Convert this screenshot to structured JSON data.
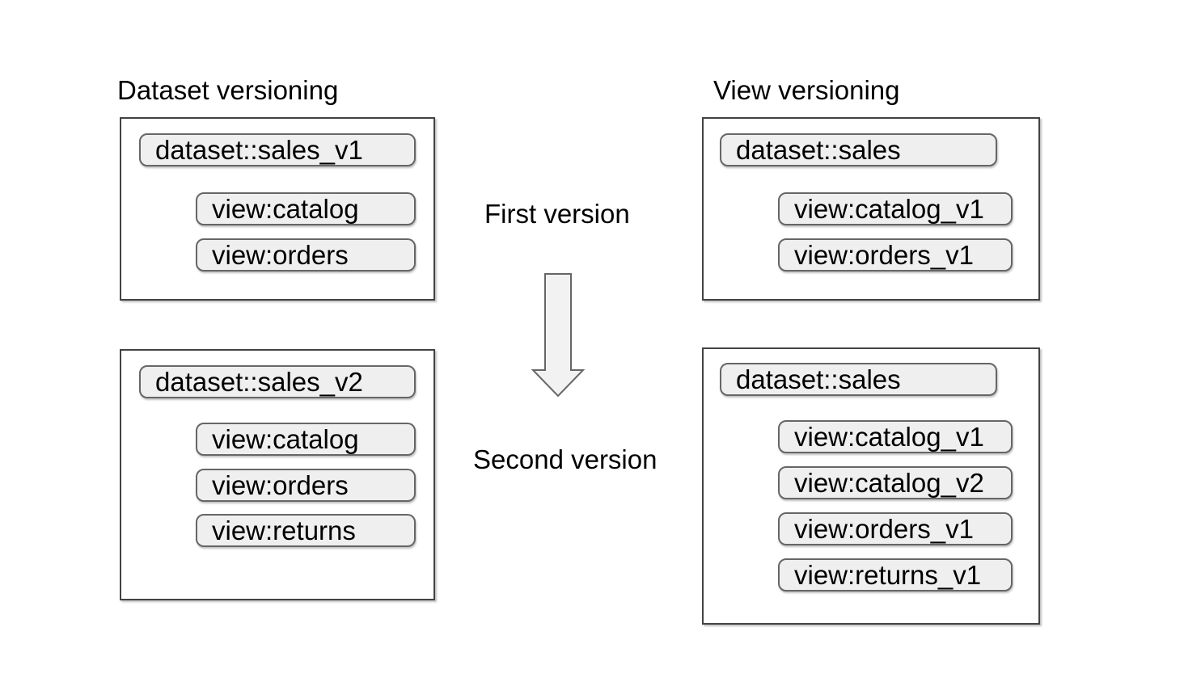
{
  "diagram": {
    "columns": [
      {
        "title": "Dataset versioning",
        "panels": [
          {
            "dataset": "dataset::sales_v1",
            "views": [
              "view:catalog",
              "view:orders"
            ]
          },
          {
            "dataset": "dataset::sales_v2",
            "views": [
              "view:catalog",
              "view:orders",
              "view:returns"
            ]
          }
        ]
      },
      {
        "title": "View versioning",
        "panels": [
          {
            "dataset": "dataset::sales",
            "views": [
              "view:catalog_v1",
              "view:orders_v1"
            ]
          },
          {
            "dataset": "dataset::sales",
            "views": [
              "view:catalog_v1",
              "view:catalog_v2",
              "view:orders_v1",
              "view:returns_v1"
            ]
          }
        ]
      }
    ],
    "center": {
      "first_label": "First version",
      "second_label": "Second version",
      "arrow_icon": "down-block-arrow"
    },
    "colors": {
      "background": "#ffffff",
      "panel_border": "#434343",
      "chip_fill": "#efefef",
      "chip_border": "#666666",
      "arrow_fill": "#f2f2f2",
      "arrow_stroke": "#666666",
      "text": "#000000"
    }
  }
}
